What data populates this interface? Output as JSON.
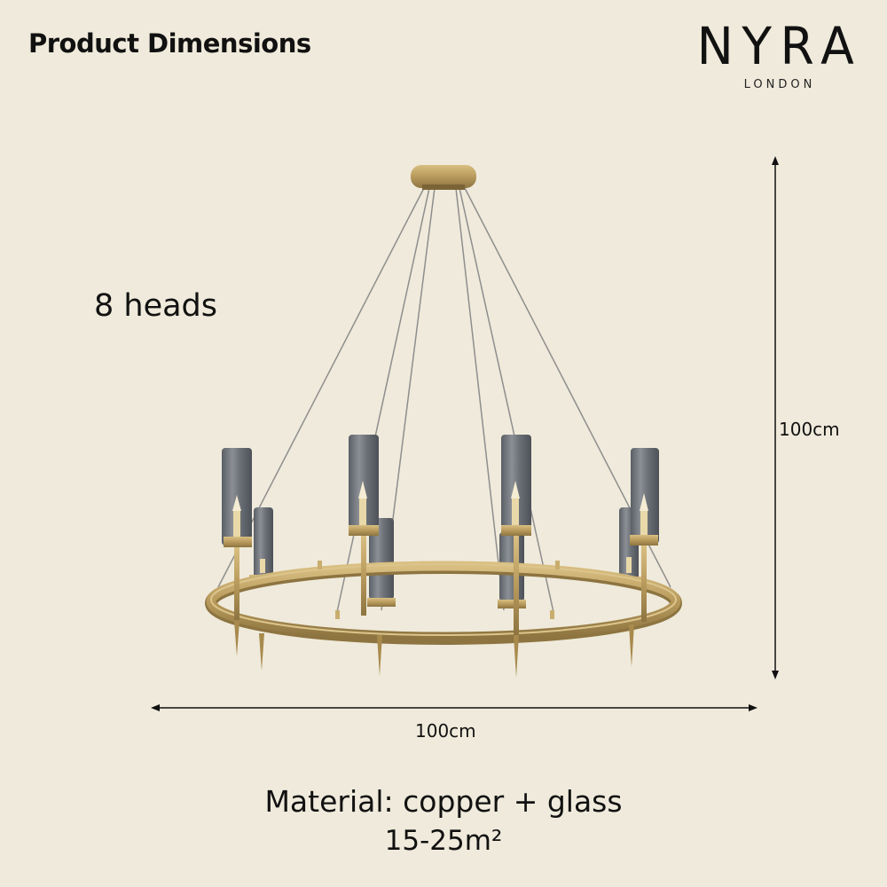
{
  "header": {
    "title": "Product Dimensions"
  },
  "brand": {
    "name": "NYRA",
    "sub": "LONDON"
  },
  "product": {
    "heads_label": "8 heads",
    "width_label": "100cm",
    "height_label": "100cm",
    "material_label": "Material: copper + glass",
    "area_label": "15-25m²"
  },
  "colors": {
    "background": "#efeadb",
    "brass": "#b8995a",
    "glass": "#6f7378"
  }
}
